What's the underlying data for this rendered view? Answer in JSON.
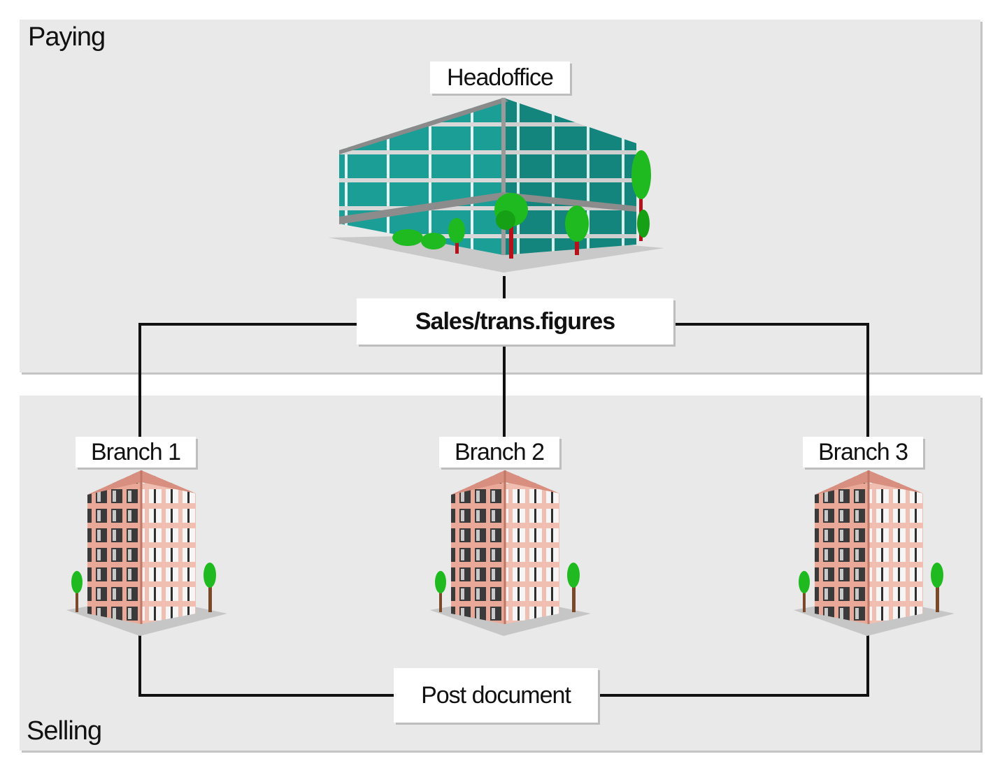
{
  "regions": {
    "paying": "Paying",
    "selling": "Selling"
  },
  "nodes": {
    "head_office": "Headoffice",
    "sales_figures": "Sales/trans.figures",
    "branch1": "Branch 1",
    "branch2": "Branch 2",
    "branch3": "Branch 3",
    "post_document": "Post document"
  },
  "icons": {
    "head_office": "office-building-icon",
    "branch": "branch-building-icon"
  },
  "colors": {
    "panel": "#e9e9e9",
    "head_office_glass": "#1a9e95",
    "branch_facade": "#e9a898",
    "tree": "#1fba1f"
  }
}
